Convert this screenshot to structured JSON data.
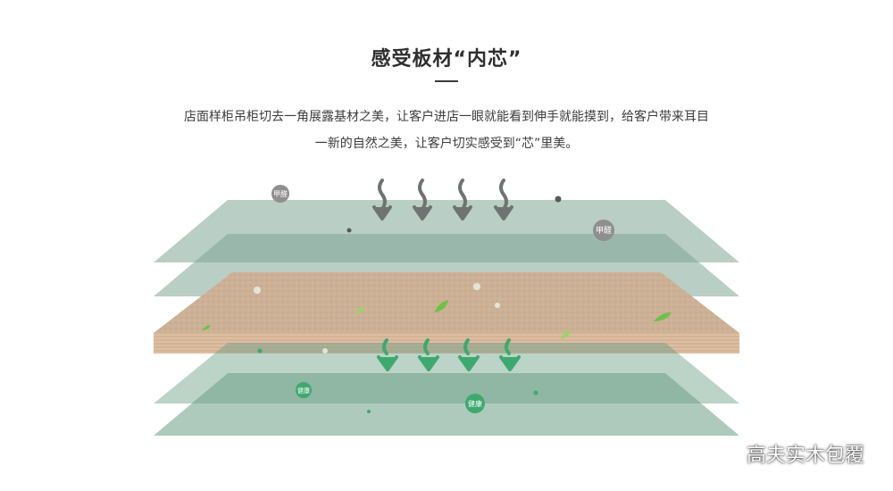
{
  "header": {
    "title": "感受板材“内芯”",
    "description_lines": [
      "店面样柜吊柜切去一角展露基材之美，让客户进店一眼就能看到伸手就能摸到，给客户带来耳目",
      "一新的自然之美，让客户切实感受到“芯”里美。"
    ]
  },
  "labels": {
    "formaldehyde_a": "甲醛",
    "formaldehyde_b": "甲醛",
    "health_a": "健康",
    "health_b": "健康"
  },
  "watermark": {
    "text": "高夫实木包覆",
    "icon": "wechat-icon"
  },
  "colors": {
    "top_layer": "#7fa596",
    "bottom_layer": "#6b9e86",
    "board_face": "#c9ad92",
    "board_edge": "#d7b79a",
    "gray_arrow": "#6f7472",
    "green_arrow": "#3ea96f",
    "gray_badge": "#8f8f8f",
    "green_badge": "#3ea96f"
  }
}
